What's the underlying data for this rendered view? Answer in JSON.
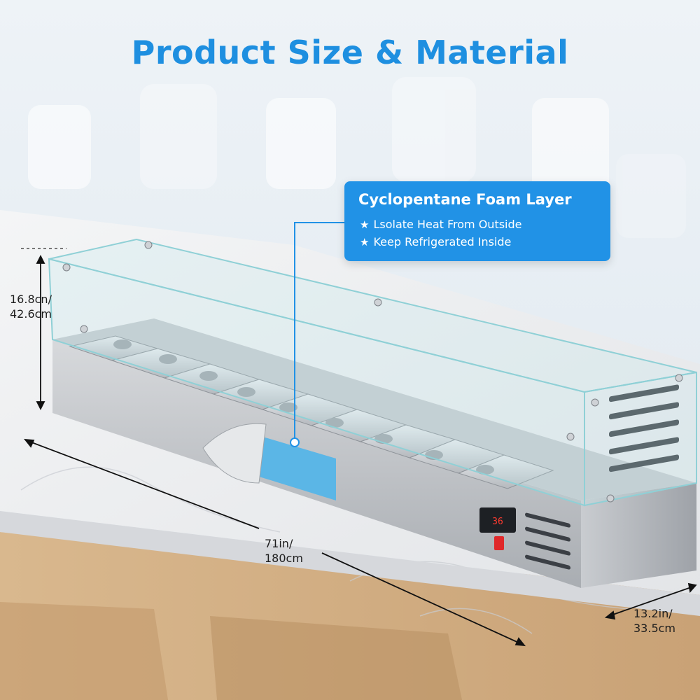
{
  "headline": "Product Size & Material",
  "callout": {
    "title": "Cyclopentane Foam Layer",
    "bullets": [
      {
        "icon": "star-icon",
        "text": "Lsolate Heat From Outside"
      },
      {
        "icon": "star-icon",
        "text": "Keep Refrigerated Inside"
      }
    ]
  },
  "dimensions": {
    "height": {
      "line1": "16.8cn/",
      "line2": "42.6cm"
    },
    "length": {
      "line1": "71in/",
      "line2": "180cm"
    },
    "depth": {
      "line1": "13.2in/",
      "line2": "33.5cm"
    }
  },
  "control_panel": {
    "temperature_readout": "36"
  },
  "colors": {
    "accent": "#1e8fe0",
    "callout_bg": "#2192e6",
    "foam": "#5bb6e6",
    "steel": "#b9bcc0"
  }
}
